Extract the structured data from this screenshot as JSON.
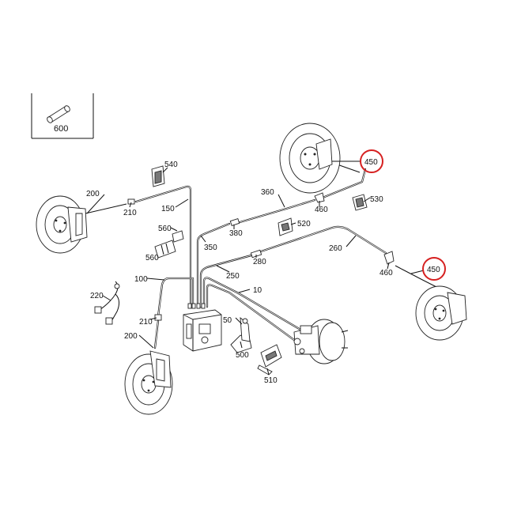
{
  "diagram": {
    "inset_label": "600",
    "highlight_color": "#d62020",
    "labels": {
      "l10": "10",
      "l50": "50",
      "l100": "100",
      "l150": "150",
      "l200a": "200",
      "l200b": "200",
      "l210a": "210",
      "l210b": "210",
      "l220": "220",
      "l250": "250",
      "l260": "260",
      "l280": "280",
      "l350": "350",
      "l360": "360",
      "l380": "380",
      "l450a": "450",
      "l450b": "450",
      "l460a": "460",
      "l460b": "460",
      "l500": "500",
      "l510": "510",
      "l520": "520",
      "l530": "530",
      "l540": "540",
      "l560a": "560",
      "l560b": "560"
    }
  }
}
